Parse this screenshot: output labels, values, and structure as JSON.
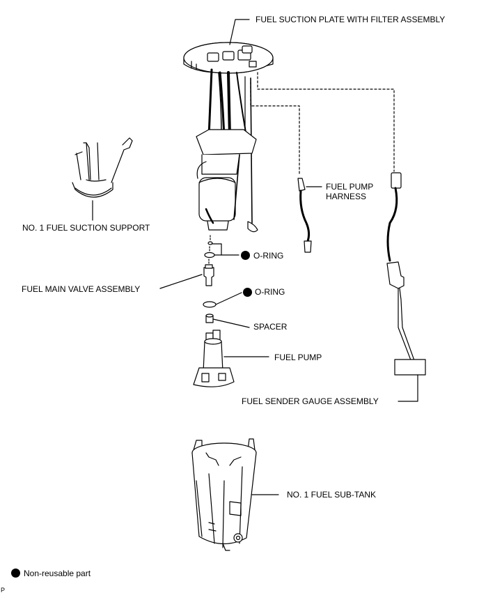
{
  "labels": {
    "fuel_suction_plate": "FUEL SUCTION PLATE WITH FILTER ASSEMBLY",
    "fuel_pump_harness_line1": "FUEL PUMP",
    "fuel_pump_harness_line2": "HARNESS",
    "fuel_suction_support": "NO. 1 FUEL SUCTION SUPPORT",
    "o_ring_1": "O-RING",
    "fuel_main_valve": "FUEL MAIN VALVE ASSEMBLY",
    "o_ring_2": "O-RING",
    "spacer": "SPACER",
    "fuel_pump": "FUEL PUMP",
    "fuel_sender_gauge": "FUEL SENDER GAUGE ASSEMBLY",
    "fuel_sub_tank": "NO. 1 FUEL SUB-TANK"
  },
  "legend": {
    "non_reusable": "Non-reusable part"
  },
  "corner_mark": "P"
}
